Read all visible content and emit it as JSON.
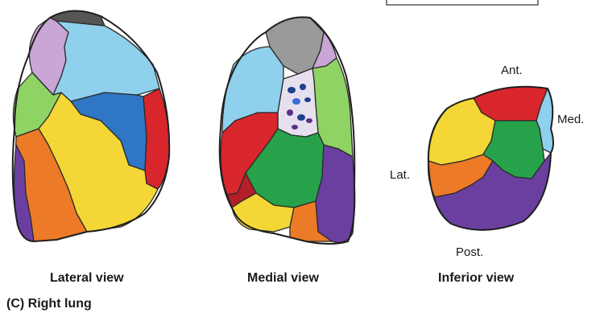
{
  "figure": {
    "panel_label": "(C) Right lung",
    "views": {
      "lateral": "Lateral view",
      "medial": "Medial view",
      "inferior": "Inferior view"
    },
    "directions": {
      "anterior": "Ant.",
      "medial": "Med.",
      "lateral": "Lat.",
      "posterior": "Post."
    }
  },
  "colors": {
    "purple_light": "#c9a6d6",
    "blue_light": "#8fd0ec",
    "blue": "#2f77c4",
    "red": "#d8262c",
    "yellow": "#f4d736",
    "orange": "#ec7a26",
    "green_light": "#8fd364",
    "green": "#27a24a",
    "violet": "#6b3fa0",
    "gray": "#9a9a9a",
    "hilum": "#e6e0ee"
  },
  "icons": [
    "lung-lateral-illustration",
    "lung-medial-illustration",
    "lung-inferior-illustration"
  ]
}
